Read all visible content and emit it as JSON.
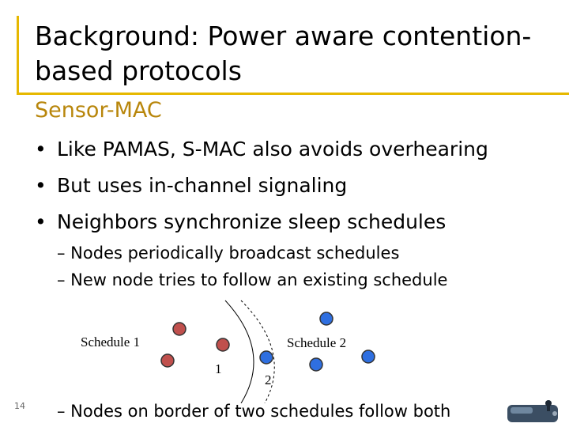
{
  "title": "Background: Power aware contention-based protocols",
  "section": "Sensor-MAC",
  "bullets": [
    "Like PAMAS, S-MAC also avoids overhearing",
    "But uses in-channel signaling",
    "Neighbors synchronize sleep schedules"
  ],
  "subbullets": [
    "– Nodes periodically broadcast schedules",
    "– New node tries to follow an existing schedule"
  ],
  "bottom_subbullet": "– Nodes on border of two schedules follow both",
  "diagram": {
    "label_schedule1": "Schedule 1",
    "label_schedule2": "Schedule 2",
    "label_node1": "1",
    "label_node2": "2"
  },
  "slide_number": "14",
  "colors": {
    "accent": "#e6b800",
    "section": "#b8860b",
    "node_red": "#c0504d",
    "node_blue": "#2f6fe0"
  }
}
